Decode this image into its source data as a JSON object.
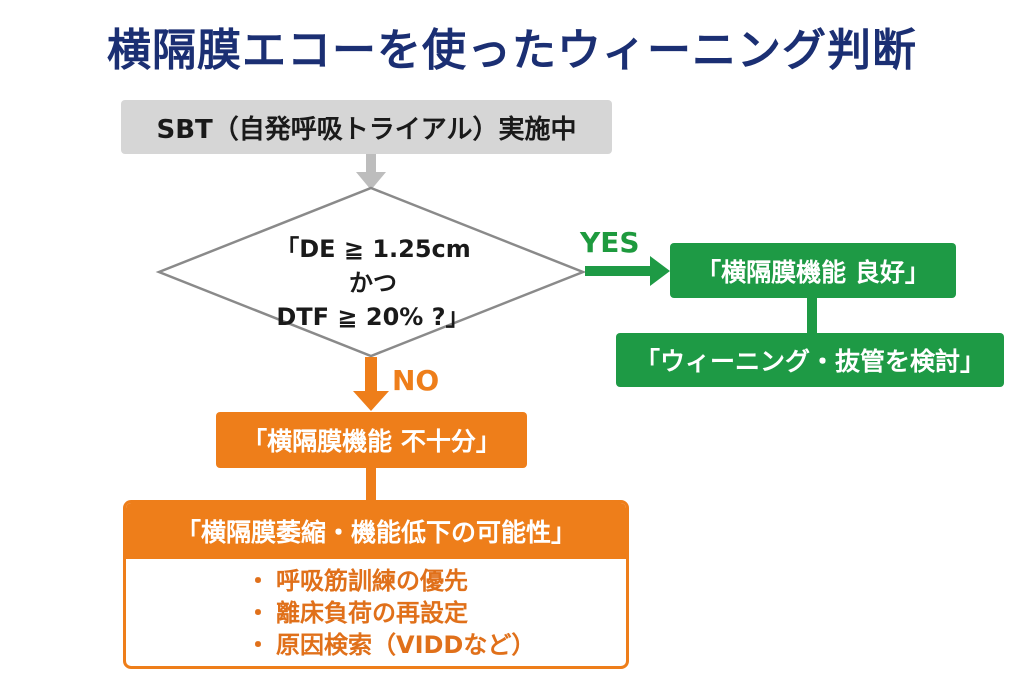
{
  "title": "横隔膜エコーを使ったウィーニング判断",
  "start": {
    "label": "SBT（自発呼吸トライアル）実施中"
  },
  "decision": {
    "line1": "「DE ≧ 1.25cm",
    "line2": "かつ",
    "line3": "DTF ≧ 20% ?」"
  },
  "yes_branch": {
    "label": "YES",
    "result": "「横隔膜機能 良好」",
    "action": "「ウィーニング・抜管を検討」"
  },
  "no_branch": {
    "label": "NO",
    "result": "「横隔膜機能 不十分」",
    "cause": "「横隔膜萎縮・機能低下の可能性」",
    "actions": [
      "呼吸筋訓練の優先",
      "離床負荷の再設定",
      "原因検索（VIDDなど）"
    ]
  },
  "colors": {
    "title": "#1b2f73",
    "start_box": "#d6d6d6",
    "connector_gray": "#bdbdbd",
    "yes_green": "#1e9a45",
    "no_orange": "#ee7e1a"
  }
}
